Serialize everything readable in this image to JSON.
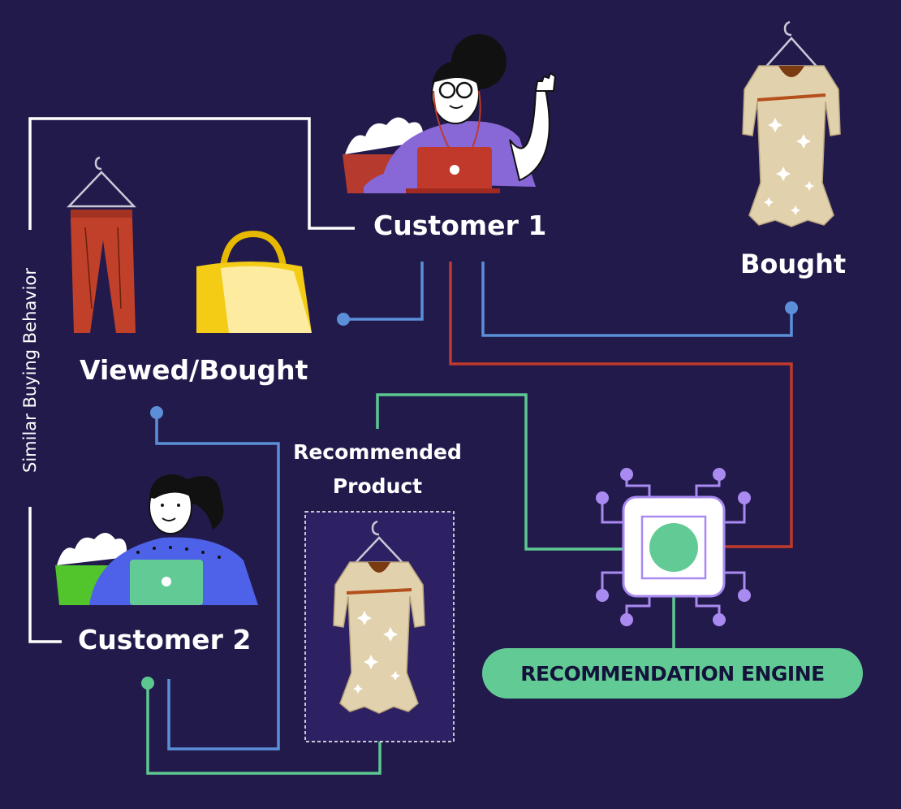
{
  "labels": {
    "customer1": "Customer 1",
    "customer2": "Customer 2",
    "bought": "Bought",
    "viewed_bought": "Viewed/Bought",
    "recommended_product": "Recommended Product",
    "similar_behavior": "Similar Buying Behavior",
    "engine": "RECOMMENDATION ENGINE"
  },
  "colors": {
    "background": "#231a4c",
    "white_line": "#ffffff",
    "blue_line": "#5b8fd8",
    "red_line": "#c0392b",
    "green_line": "#5cc890",
    "chip_purple": "#a98af0",
    "engine_green": "#62cb95"
  },
  "icons": [
    "woman-at-laptop-icon",
    "girl-at-laptop-icon",
    "dress-on-hanger-icon",
    "pants-on-hanger-icon",
    "handbag-icon",
    "ai-chip-icon"
  ]
}
